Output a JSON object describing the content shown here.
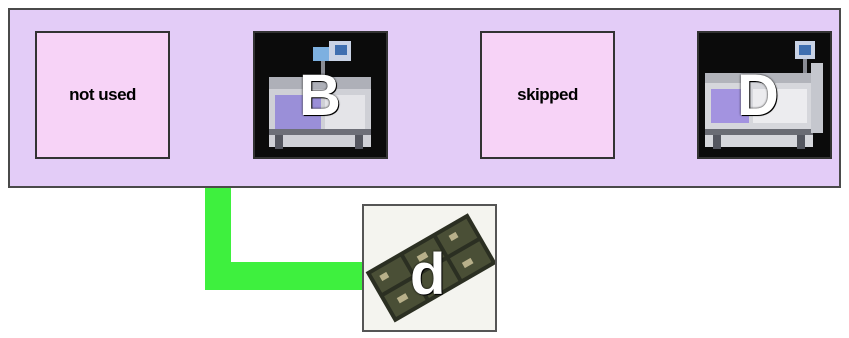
{
  "slots": [
    {
      "id": "slot-1",
      "kind": "empty",
      "label": "not used"
    },
    {
      "id": "slot-2",
      "kind": "machine",
      "letter": "B"
    },
    {
      "id": "slot-3",
      "kind": "empty",
      "label": "skipped"
    },
    {
      "id": "slot-4",
      "kind": "machine",
      "letter": "D"
    }
  ],
  "board": {
    "letter": "d"
  },
  "colors": {
    "band": "#e3ccf7",
    "empty_slot": "#f7d3f7",
    "arrow": "#3ef03e",
    "machine_bg": "#0b0b0b"
  },
  "icons": [
    "placement-machine-image",
    "pcb-board-image",
    "route-arrow"
  ]
}
